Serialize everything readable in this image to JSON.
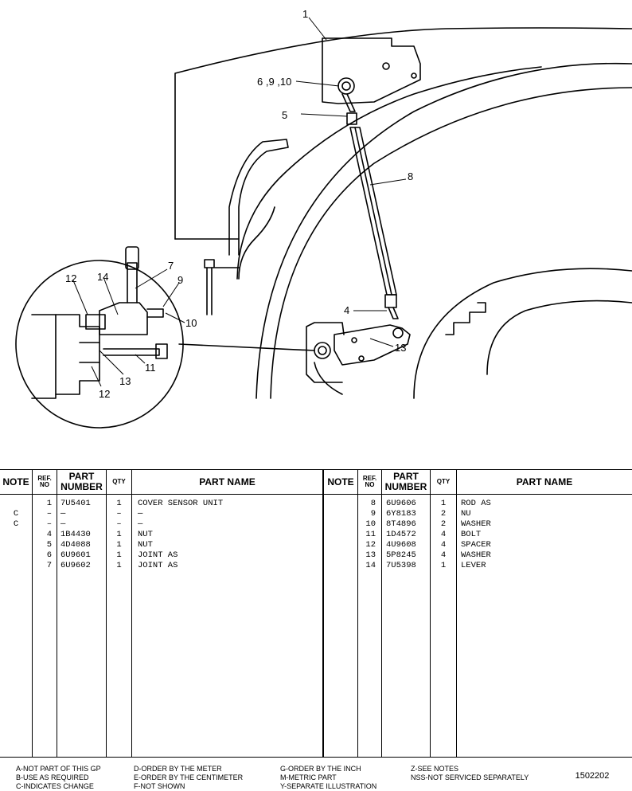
{
  "illustration": {
    "callouts": [
      "1",
      "6 ,9 ,10",
      "5",
      "8",
      "7",
      "9",
      "12",
      "14",
      "10",
      "4",
      "13",
      "11",
      "13",
      "12"
    ]
  },
  "table": {
    "headers": {
      "note": "NOTE",
      "ref_no": "REF. NO",
      "part_number": "PART NUMBER",
      "qty": "QTY",
      "part_name": "PART NAME"
    },
    "left_rows": [
      {
        "note": "",
        "ref": "1",
        "part": "7U5401",
        "qty": "1",
        "name": "COVER SENSOR UNIT"
      },
      {
        "note": "C",
        "ref": "–",
        "part": "—",
        "qty": "–",
        "name": "—"
      },
      {
        "note": "C",
        "ref": "–",
        "part": "—",
        "qty": "–",
        "name": "—"
      },
      {
        "note": "",
        "ref": "4",
        "part": "1B4430",
        "qty": "1",
        "name": "NUT"
      },
      {
        "note": "",
        "ref": "5",
        "part": "4D4088",
        "qty": "1",
        "name": "NUT"
      },
      {
        "note": "",
        "ref": "6",
        "part": "6U9601",
        "qty": "1",
        "name": "JOINT AS"
      },
      {
        "note": "",
        "ref": "7",
        "part": "6U9602",
        "qty": "1",
        "name": "JOINT AS"
      }
    ],
    "right_rows": [
      {
        "note": "",
        "ref": "8",
        "part": "6U9606",
        "qty": "1",
        "name": "ROD AS"
      },
      {
        "note": "",
        "ref": "9",
        "part": "6Y8183",
        "qty": "2",
        "name": "NU"
      },
      {
        "note": "",
        "ref": "10",
        "part": "8T4896",
        "qty": "2",
        "name": "WASHER"
      },
      {
        "note": "",
        "ref": "11",
        "part": "1D4572",
        "qty": "4",
        "name": "BOLT"
      },
      {
        "note": "",
        "ref": "12",
        "part": "4U9608",
        "qty": "4",
        "name": "SPACER"
      },
      {
        "note": "",
        "ref": "13",
        "part": "5P8245",
        "qty": "4",
        "name": "WASHER"
      },
      {
        "note": "",
        "ref": "14",
        "part": "7U5398",
        "qty": "1",
        "name": "LEVER"
      }
    ]
  },
  "legend": {
    "col1": [
      "A-NOT PART OF THIS GP",
      "B-USE AS REQUIRED",
      "C-INDICATES CHANGE"
    ],
    "col2": [
      "D-ORDER BY THE METER",
      "E-ORDER BY THE CENTIMETER",
      "F-NOT SHOWN"
    ],
    "col3": [
      "G-ORDER BY THE INCH",
      "M-METRIC PART",
      "Y-SEPARATE ILLUSTRATION"
    ],
    "col4": [
      "Z-SEE NOTES",
      "NSS-NOT SERVICED SEPARATELY"
    ]
  },
  "plate_number": "1502202"
}
